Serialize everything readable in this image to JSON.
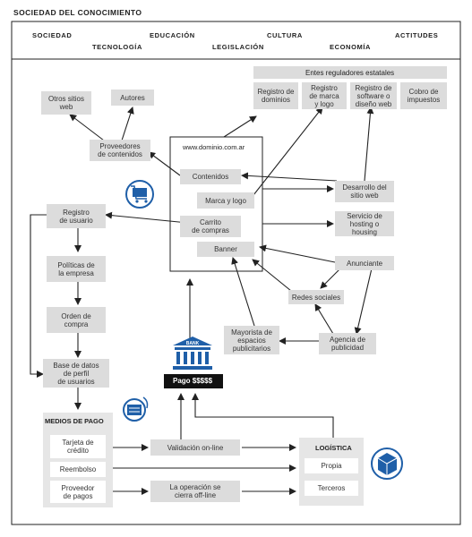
{
  "title": "SOCIEDAD DEL CONOCIMIENTO",
  "categories": [
    "SOCIEDAD",
    "EDUCACIÓN",
    "CULTURA",
    "ACTITUDES",
    "TECNOLOGÍA",
    "LEGISLACIÓN",
    "ECONOMÍA"
  ],
  "domain_label": "www.dominio.com.ar",
  "site_items": [
    "Contenidos",
    "Marca y logo",
    "Carrito\nde compras",
    "Banner"
  ],
  "entes_header": "Entes reguladores estatales",
  "entes": [
    "Registro de\ndominios",
    "Registro\nde marca\ny logo",
    "Registro de\nsoftware o\ndiseño web",
    "Cobro de\nimpuestos"
  ],
  "content_boxes": {
    "otros_sitios": "Otros sitios\nweb",
    "autores": "Autores",
    "proveedores": "Proveedores\nde contenidos"
  },
  "right_boxes": {
    "desarrollo": "Desarrollo del\nsitio web",
    "hosting": "Servicio de\nhosting o\nhousing",
    "anunciante": "Anunciante",
    "redes": "Redes sociales",
    "agencia": "Agencia de\npublicidad",
    "mayorista": "Mayorista de\nespacios\npublicitarios"
  },
  "user_flow": [
    "Registro\nde usuario",
    "Políticas de\nla empresa",
    "Orden de\ncompra",
    "Base de datos\nde perfil\nde usuarios"
  ],
  "bank_label": "BANK",
  "pago_label": "Pago $$$$$",
  "medios_title": "MEDIOS DE PAGO",
  "medios": [
    "Tarjeta de\ncrédito",
    "Reembolso",
    "Proveedor\nde pagos"
  ],
  "validacion": "Validación on-line",
  "offline": "La operación se\ncierra off-line",
  "logistica_title": "LOGÍSTICA",
  "logistica": [
    "Propia",
    "Terceros"
  ],
  "colors": {
    "box": "#dcdcdc",
    "line": "#222222",
    "icon_blue": "#1f5fa8",
    "pago_bg": "#111111"
  },
  "icons": [
    "shopping-cart-icon",
    "bank-icon",
    "credit-card-icon",
    "package-icon"
  ]
}
